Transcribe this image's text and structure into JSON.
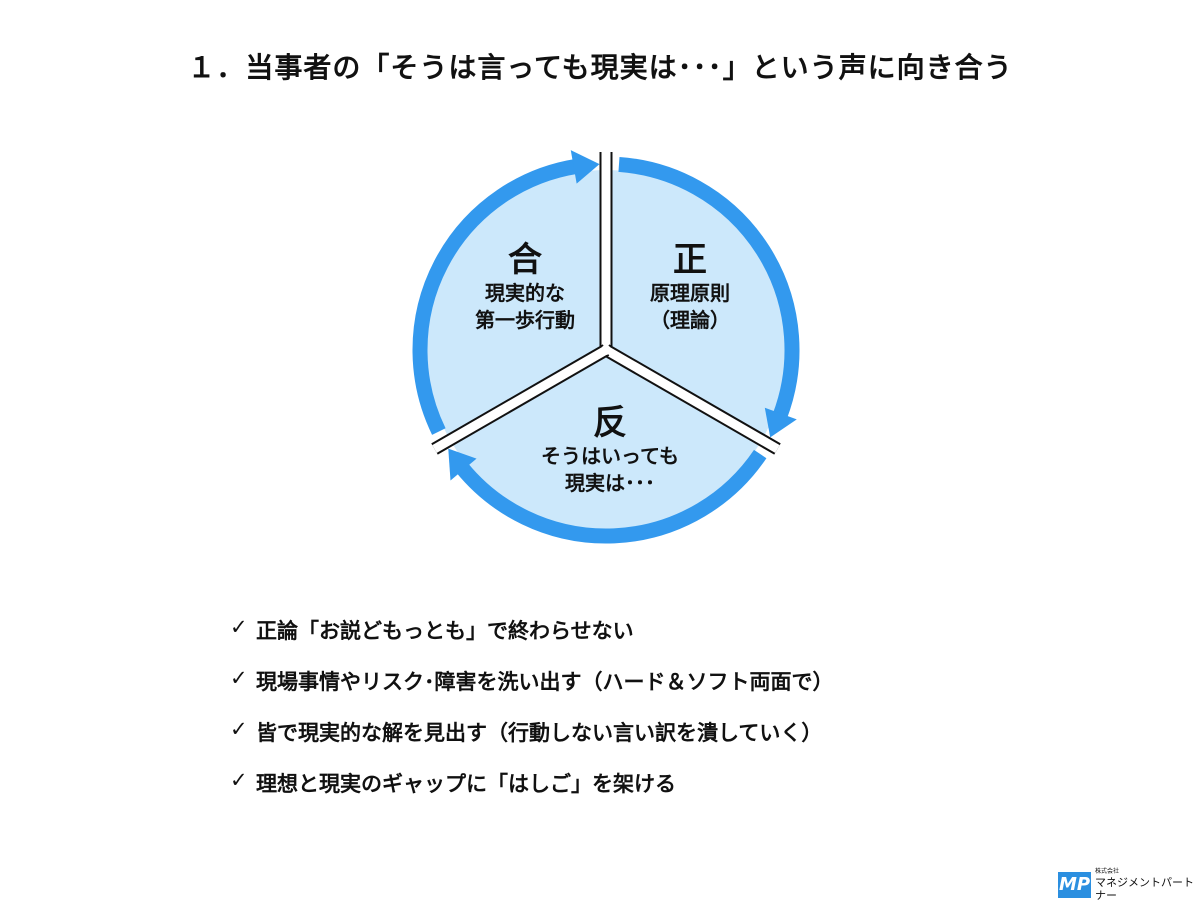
{
  "title": "１．当事者の「そうは言っても現実は･･･」という声に向き合う",
  "diagram": {
    "fill_color": "#cce8fb",
    "ring_color": "#3399ee",
    "segments": [
      {
        "big": "正",
        "line1": "原理原則",
        "line2": "（理論）"
      },
      {
        "big": "反",
        "line1": "そうはいっても",
        "line2": "現実は･･･"
      },
      {
        "big": "合",
        "line1": "現実的な",
        "line2": "第一歩行動"
      }
    ]
  },
  "bullets": [
    {
      "icon": "check-icon",
      "mark": "✓",
      "text": "正論「お説どもっとも」で終わらせない"
    },
    {
      "icon": "check-icon",
      "mark": "✓",
      "text": "現場事情やリスク･障害を洗い出す（ハード＆ソフト両面で）"
    },
    {
      "icon": "check-icon",
      "mark": "✓",
      "text": "皆で現実的な解を見出す（行動しない言い訳を潰していく）"
    },
    {
      "icon": "check-icon",
      "mark": "✓",
      "text": "理想と現実のギャップに「はしご」を架ける"
    }
  ],
  "logo": {
    "mark": "MP",
    "company_type": "株式会社",
    "company_name": "マネジメントパートナー"
  }
}
